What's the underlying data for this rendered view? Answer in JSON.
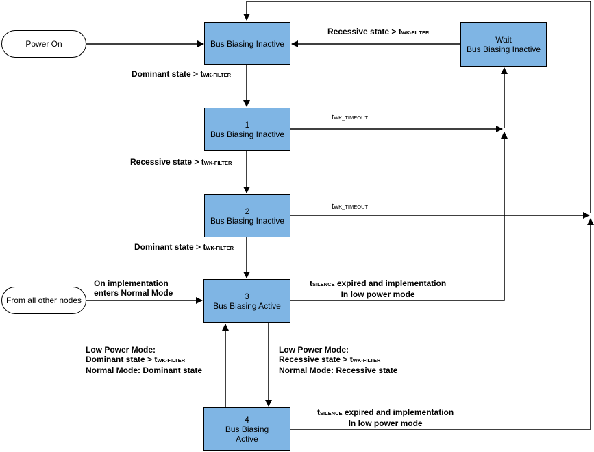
{
  "nodes": {
    "power_on": "Power On",
    "from_all": "From all other nodes",
    "s0": {
      "line1": "Bus Biasing Inactive"
    },
    "s1": {
      "num": "1",
      "line1": "Bus Biasing Inactive"
    },
    "s2": {
      "num": "2",
      "line1": "Bus Biasing Inactive"
    },
    "s3": {
      "num": "3",
      "line1": "Bus Biasing Active"
    },
    "s4": {
      "num": "4",
      "line1": "Bus Biasing",
      "line2": "Active"
    },
    "wait": {
      "line1": "Wait",
      "line2": "Bus Biasing Inactive"
    }
  },
  "labels": {
    "dom1": {
      "text": "Dominant state > t",
      "sub": "WK-FILTER"
    },
    "rec1": {
      "text": "Recessive state > t",
      "sub": "WK-FILTER"
    },
    "dom2": {
      "text": "Dominant state > t",
      "sub": "WK-FILTER"
    },
    "wait_rec": {
      "text": "Recessive state > t",
      "sub": "WK-FILTER"
    },
    "timeout1": {
      "t": "t",
      "sub": "WK_TIMEOUT"
    },
    "timeout2": {
      "t": "t",
      "sub": "WK_TIMEOUT"
    },
    "on_impl": {
      "line1": "On implementation",
      "line2": "enters Normal Mode"
    },
    "silence1": {
      "t": "t",
      "sub": "SILENCE",
      "rest": " expired and implementation",
      "line2": "In low power mode"
    },
    "silence2": {
      "t": "t",
      "sub": "SILENCE",
      "rest": " expired and implementation",
      "line2": "In low power mode"
    },
    "lpm_left": {
      "line1": "Low Power Mode:",
      "line2": "Dominant state > t",
      "line2_sub": "WK-FILTER",
      "line3": "Normal Mode: Dominant state"
    },
    "lpm_right": {
      "line1": "Low Power Mode:",
      "line2": "Recessive state > t",
      "line2_sub": "WK-FILTER",
      "line3": "Normal Mode: Recessive state"
    }
  },
  "colors": {
    "box_fill": "#7fb5e4",
    "line": "#000000"
  }
}
